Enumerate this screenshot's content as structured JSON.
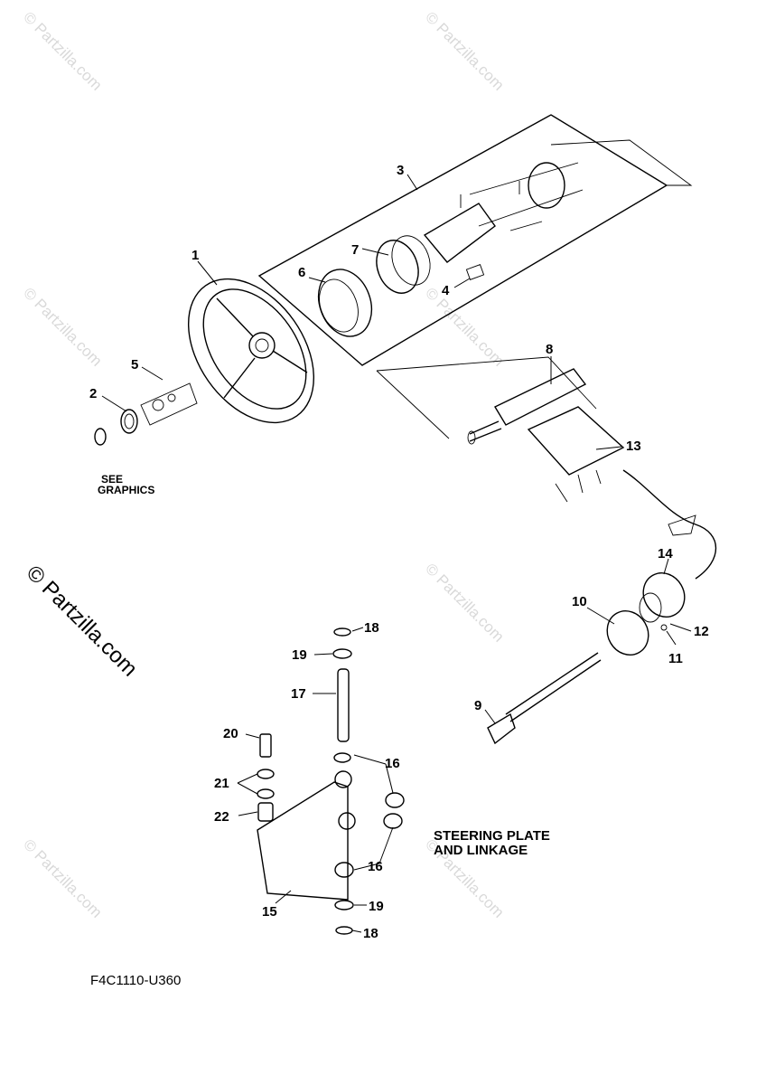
{
  "diagram": {
    "part_numbers": [
      "1",
      "2",
      "3",
      "4",
      "5",
      "6",
      "7",
      "8",
      "9",
      "10",
      "11",
      "12",
      "13",
      "14",
      "15",
      "16",
      "16",
      "17",
      "18",
      "18",
      "19",
      "19",
      "20",
      "21",
      "22"
    ],
    "see_graphics_line1": "SEE",
    "see_graphics_line2": "GRAPHICS",
    "caption_line1": "STEERING PLATE",
    "caption_line2": "AND LINKAGE",
    "diagram_code": "F4C1110-U360",
    "watermark_small": "© Partzilla.com",
    "watermark_large": "© Partzilla.com"
  }
}
